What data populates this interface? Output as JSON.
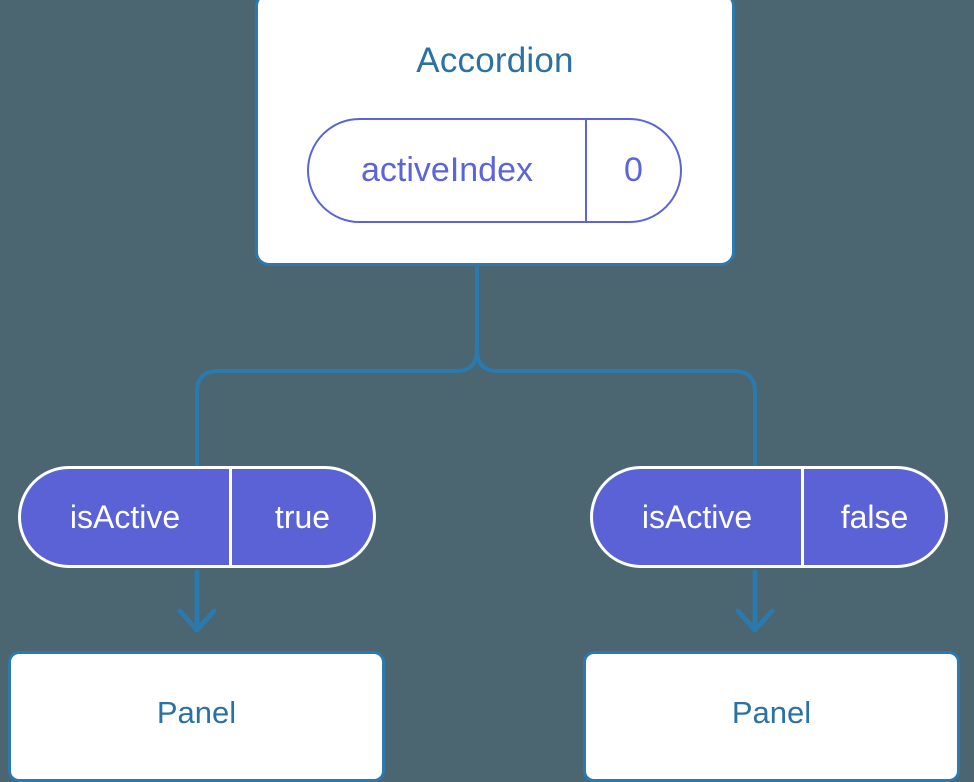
{
  "theme": {
    "background": "#4b6571",
    "card_border": "#2b79ad",
    "card_fill": "#ffffff",
    "card_text": "#2b71a3",
    "pill_outline_stroke": "#5b64d8",
    "pill_outline_text": "#5b64d8",
    "pill_filled_fill": "#5b62d6",
    "pill_filled_stroke": "#ffffff",
    "pill_filled_text": "#ffffff",
    "connector": "#2b79ad"
  },
  "diagram": {
    "type": "component-state-tree",
    "root": {
      "title": "Accordion",
      "prop": {
        "key": "activeIndex",
        "value": "0"
      }
    },
    "children": [
      {
        "prop": {
          "key": "isActive",
          "value": "true"
        },
        "title": "Panel"
      },
      {
        "prop": {
          "key": "isActive",
          "value": "false"
        },
        "title": "Panel"
      }
    ]
  }
}
